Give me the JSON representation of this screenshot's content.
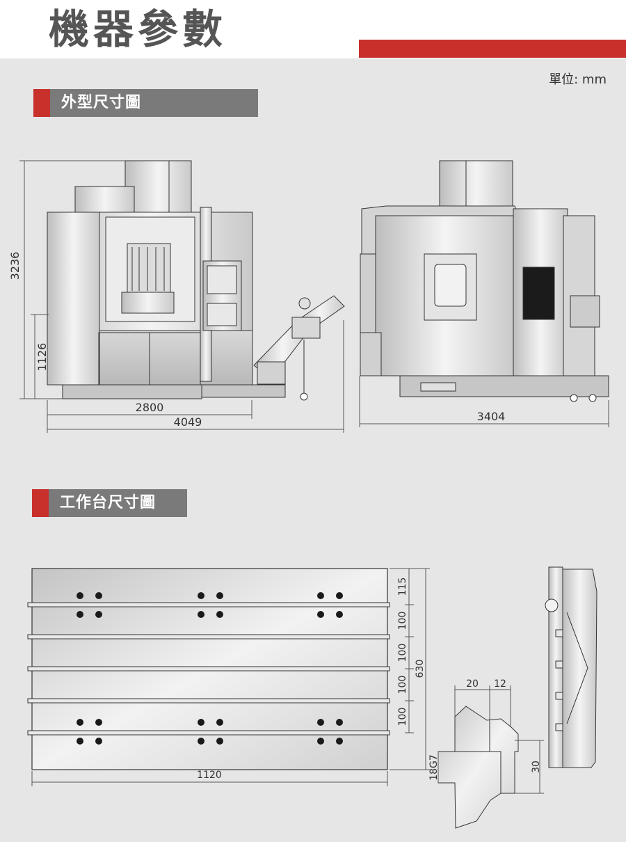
{
  "header": {
    "title": "機器參數",
    "unit": "單位: mm"
  },
  "sections": {
    "outline": {
      "title": "外型尺寸圖"
    },
    "table": {
      "title": "工作台尺寸圖"
    }
  },
  "outline_dims": {
    "height_total": "3236",
    "height_table": "1126",
    "width_machine": "2800",
    "width_total": "4049",
    "depth_total": "3404"
  },
  "table_dims": {
    "length": "1120",
    "width": "630",
    "spacing_top": "115",
    "spacing_1": "100",
    "spacing_2": "100",
    "spacing_3": "100",
    "spacing_4": "100",
    "slot_a": "20",
    "slot_b": "12",
    "slot_depth": "30",
    "slot_fit": "18G7"
  },
  "colors": {
    "accent": "#c8302c",
    "section_bg": "#7a7a7a",
    "page_bg": "#e6e6e6"
  }
}
